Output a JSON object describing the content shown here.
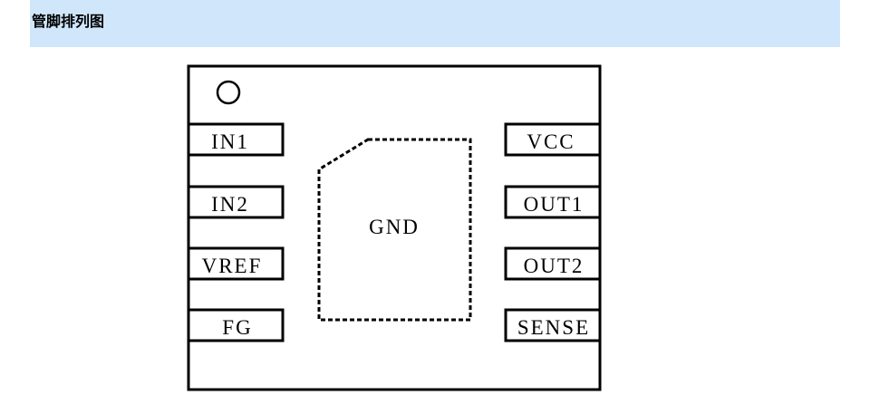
{
  "header": {
    "title": "管脚排列图",
    "background": "#cfe6fb"
  },
  "diagram": {
    "pins_left": [
      {
        "label": "IN1"
      },
      {
        "label": "IN2"
      },
      {
        "label": "VREF"
      },
      {
        "label": "FG"
      }
    ],
    "pins_right": [
      {
        "label": "VCC"
      },
      {
        "label": "OUT1"
      },
      {
        "label": "OUT2"
      },
      {
        "label": "SENSE"
      }
    ],
    "center_pad": {
      "label": "GND",
      "style": "dashed"
    },
    "pin1_marker": "circle"
  }
}
